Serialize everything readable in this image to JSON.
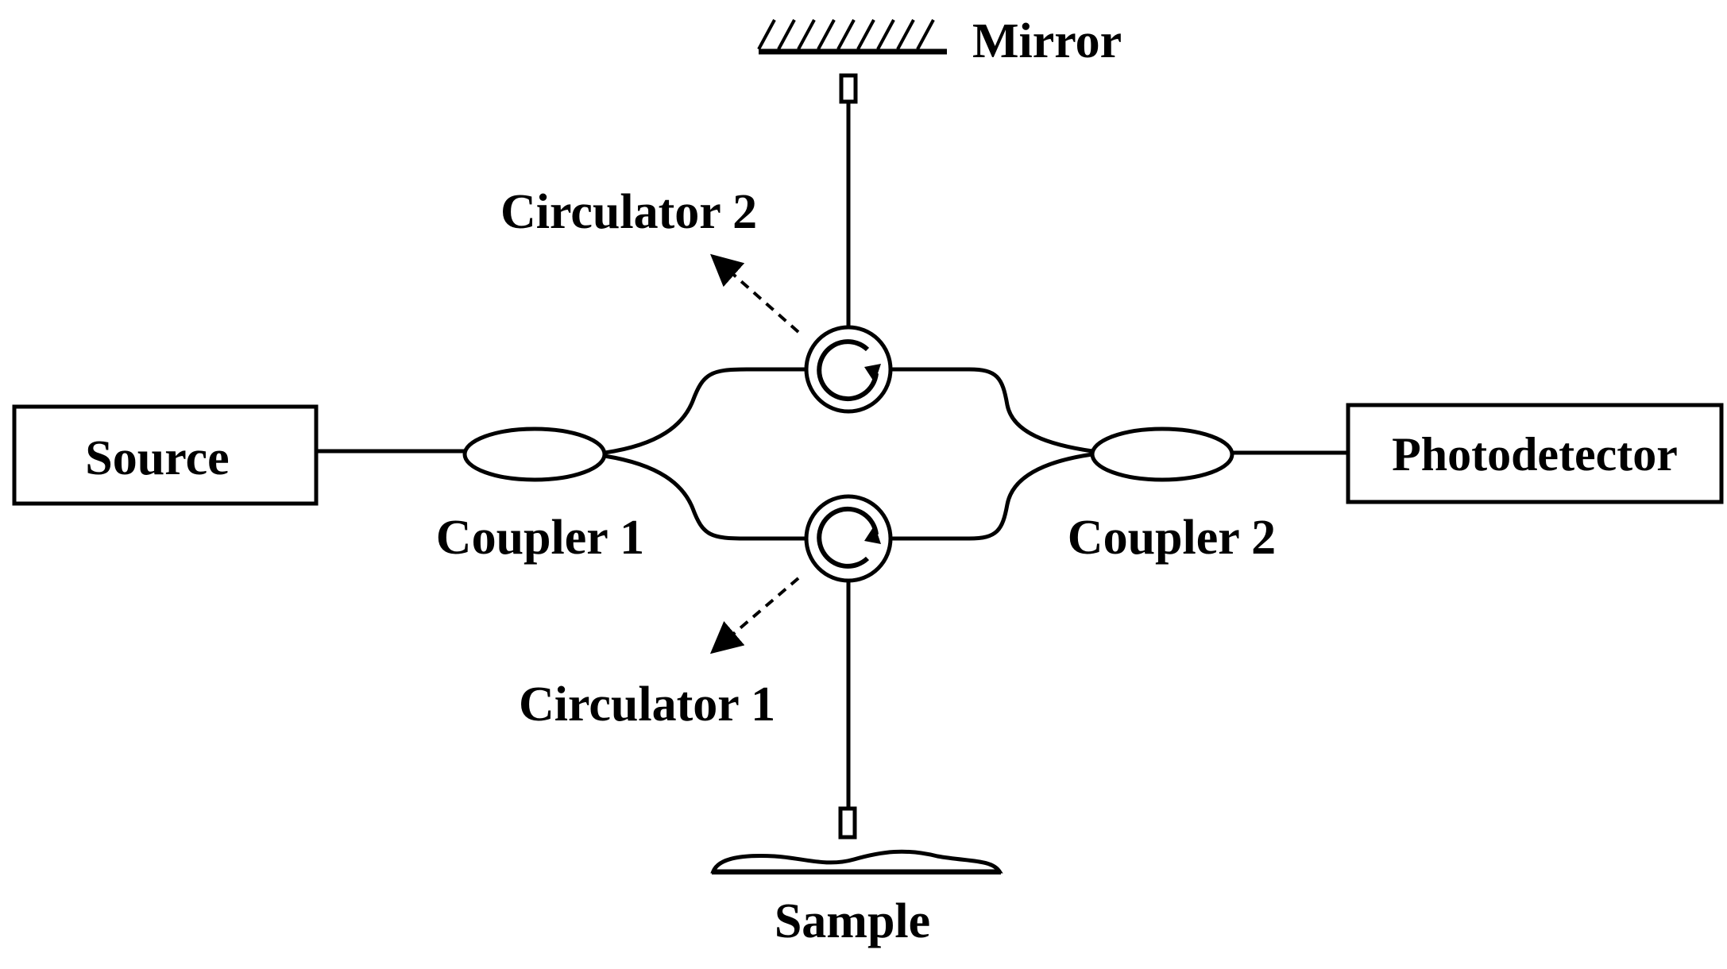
{
  "labels": {
    "mirror": "Mirror",
    "source": "Source",
    "photodetector": "Photodetector",
    "coupler1": "Coupler 1",
    "coupler2": "Coupler 2",
    "circulator1": "Circulator 1",
    "circulator2": "Circulator 2",
    "sample": "Sample"
  },
  "colors": {
    "line": "#000000",
    "background": "#ffffff"
  }
}
